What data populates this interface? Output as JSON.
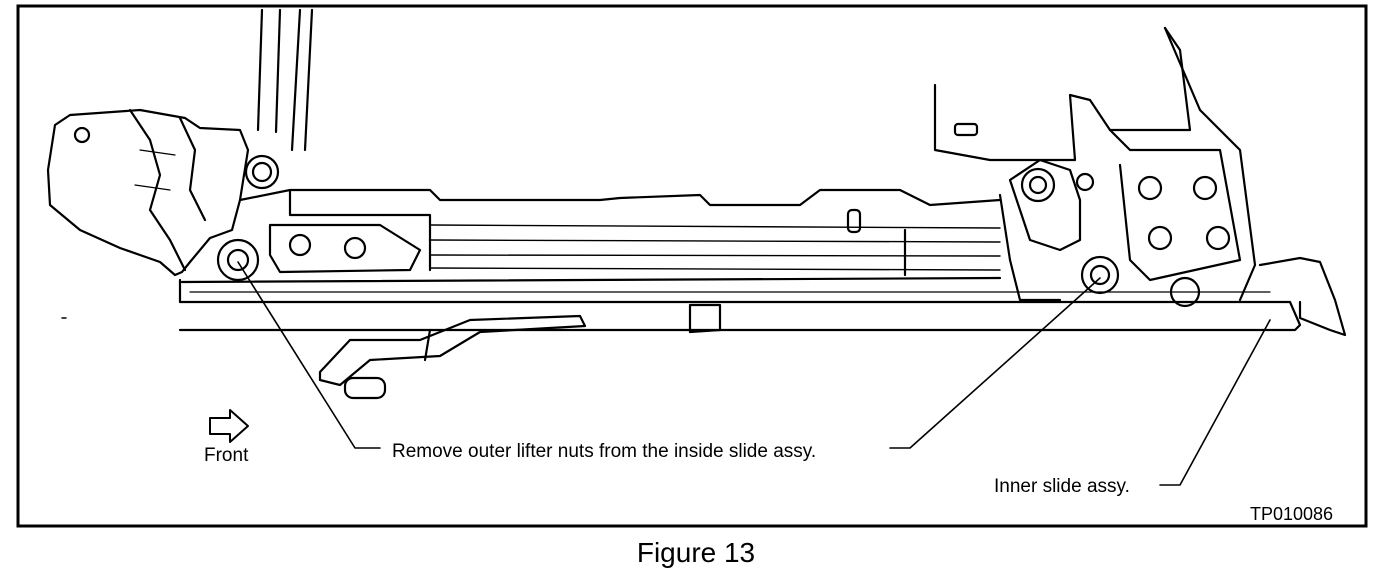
{
  "figure": {
    "callouts": {
      "lifter_nuts": "Remove outer lifter nuts from the inside slide assy.",
      "inner_slide": "Inner slide assy."
    },
    "direction_label": "Front",
    "drawing_code": "TP010086",
    "caption": "Figure 13"
  },
  "icons": {
    "direction": "right-arrow-outline-icon"
  },
  "colors": {
    "line": "#000000",
    "background": "#ffffff"
  }
}
